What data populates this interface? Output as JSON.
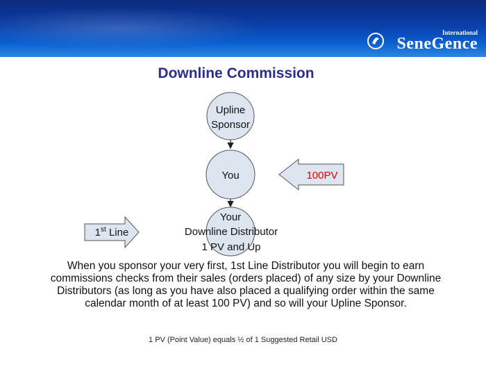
{
  "title": "Downline Commission",
  "logo": {
    "super": "International",
    "word": "SeneGence"
  },
  "nodes": {
    "upline_line1": "Upline",
    "upline_line2": "Sponsor",
    "you": "You",
    "downline_line1": "Your",
    "downline_line2": "Downline Distributor",
    "downline_line3": "1 PV and Up"
  },
  "callouts": {
    "pv_label": "100PV",
    "first_line_number": "1",
    "first_line_suffix": "st",
    "first_line_word": " Line"
  },
  "colors": {
    "header": "#0a3ea8",
    "title": "#2b2f8a",
    "circle_fill": "#dde5f0",
    "pv_text": "#e00000"
  },
  "body_text": "When you sponsor your very first, 1st Line Distributor you will begin to earn commissions checks from their sales (orders placed) of any size by your Downline Distributors (as long as you have also placed a qualifying order within the same calendar month of at least 100 PV) and so will your Upline Sponsor.",
  "footnote": "1 PV (Point Value) equals ½  of 1 Suggested Retail USD"
}
